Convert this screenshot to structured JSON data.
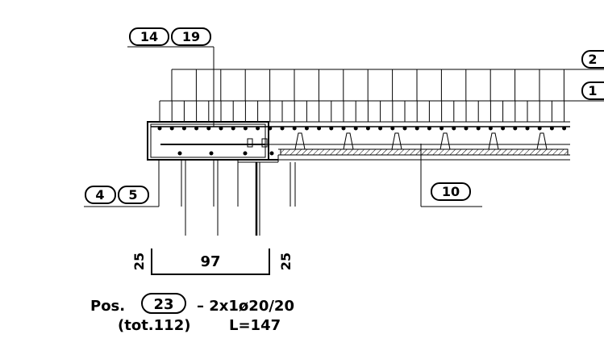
{
  "callouts": {
    "top_left_a": "14",
    "top_left_b": "19",
    "right_upper": "2",
    "right_lower": "1",
    "left_a": "4",
    "left_b": "5",
    "center": "10"
  },
  "bar_shape": {
    "dim_left": "25",
    "dim_middle": "97",
    "dim_right": "25"
  },
  "position_note": {
    "prefix": "Pos.",
    "position_number": "23",
    "spec": "–  2x1ø20/20",
    "total": "(tot.112)",
    "length": "L=147"
  }
}
